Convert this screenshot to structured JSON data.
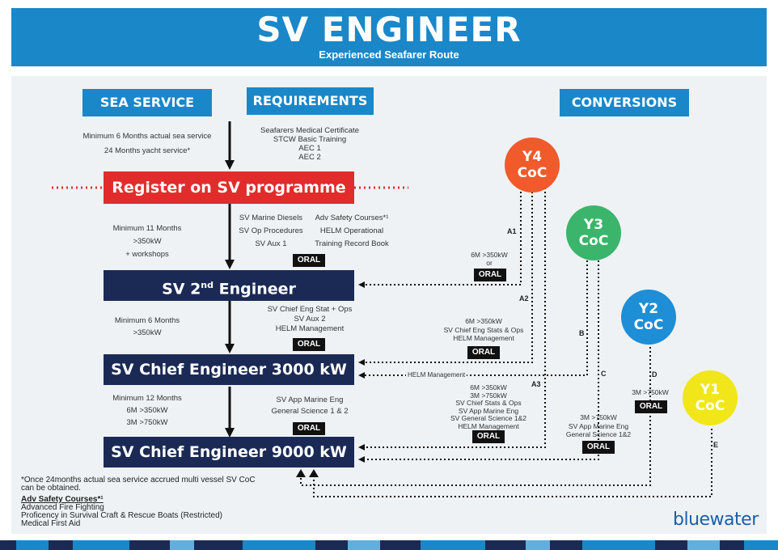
{
  "header": {
    "title": "SV ENGINEER",
    "subtitle": "Experienced Seafarer Route"
  },
  "columns": {
    "sea_service": "SEA SERVICE",
    "requirements": "REQUIREMENTS",
    "conversions": "CONVERSIONS"
  },
  "step0": {
    "sea_service": [
      "Minimum 6 Months actual sea service",
      "24 Months yacht service*"
    ],
    "requirements": [
      "Seafarers Medical Certificate",
      "STCW Basic Training",
      "AEC 1",
      "AEC 2"
    ]
  },
  "register": "Register on SV programme",
  "step1": {
    "sea_service": [
      "Minimum 11 Months",
      ">350kW",
      "+ workshops"
    ],
    "req_left": [
      "SV Marine Diesels",
      "SV Op Procedures",
      "SV Aux 1"
    ],
    "req_right": [
      "Adv Safety Courses*¹",
      "HELM Operational",
      "Training Record Book"
    ],
    "oral": "ORAL"
  },
  "box_2nd": {
    "pre": "SV 2",
    "sup": "nd",
    "post": " Engineer"
  },
  "step2": {
    "sea_service": [
      "Minimum 6 Months",
      ">350kW"
    ],
    "requirements": [
      "SV Chief Eng Stat + Ops",
      "SV Aux 2",
      "HELM Management"
    ],
    "oral": "ORAL"
  },
  "box_chief3000": "SV Chief Engineer 3000 kW",
  "step3": {
    "sea_service": [
      "Minimum 12 Months",
      "6M >350kW",
      "3M >750kW"
    ],
    "requirements": [
      "SV App Marine Eng",
      "General Science 1 & 2"
    ],
    "oral": "ORAL"
  },
  "box_chief9000": "SV Chief Engineer 9000 kW",
  "circles": {
    "y4": [
      "Y4",
      "CoC"
    ],
    "y3": [
      "Y3",
      "CoC"
    ],
    "y2": [
      "Y2",
      "CoC"
    ],
    "y1": [
      "Y1",
      "CoC"
    ]
  },
  "conversions": {
    "a1": "A1",
    "a2": "A2",
    "a3": "A3",
    "b": "B",
    "c": "C",
    "d": "D",
    "e": "E",
    "a1_text": [
      "6M >350kW",
      "or"
    ],
    "a2_text": [
      "6M >350kW",
      "SV Chief Eng Stats & Ops",
      "HELM Management"
    ],
    "b_text": "HELM Management",
    "a3_text": [
      "6M >350kW",
      "3M >750kW",
      "SV Chief Stats & Ops",
      "SV App Marine Eng",
      "SV General Science 1&2",
      "HELM Management"
    ],
    "c_text": [
      "3M >750kW",
      "SV App Marine Eng",
      "General Science 1&2"
    ],
    "d_text": "3M >750kW",
    "oral": "ORAL"
  },
  "footnote": {
    "note": [
      "*Once 24months actual sea service accrued multi vessel SV CoC",
      "can be obtained."
    ],
    "adv_title": "Adv Safety Courses*¹",
    "adv_items": [
      "Advanced Fire Fighting",
      "Proficency in Survival Craft & Rescue Boats (Restricted)",
      "Medical First Aid"
    ]
  },
  "logo": "bluewater",
  "colors": {
    "blue": "#1a87c8",
    "navy": "#1b2a55",
    "red": "#e22c2c",
    "y4": "#f15a2b",
    "y3": "#3bb56b",
    "y2": "#1e8ed6",
    "y1": "#f1e61a"
  }
}
